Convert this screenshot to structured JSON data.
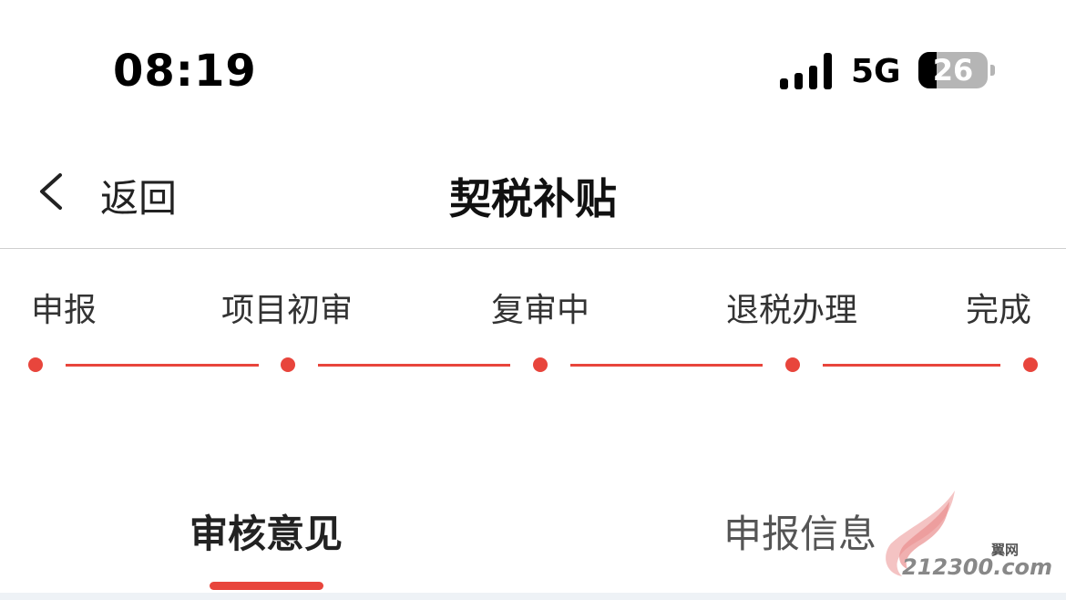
{
  "status_bar": {
    "time": "08:19",
    "network": "5G",
    "battery": "26",
    "battery_level": 0.26
  },
  "nav": {
    "back_label": "返回",
    "title": "契税补贴"
  },
  "steps": [
    {
      "label": "申报"
    },
    {
      "label": "项目初审"
    },
    {
      "label": "复审中"
    },
    {
      "label": "退税办理"
    },
    {
      "label": "完成"
    }
  ],
  "tabs": [
    {
      "label": "审核意见",
      "active": true
    },
    {
      "label": "申报信息",
      "active": false
    }
  ],
  "watermark": {
    "cn": "翼网",
    "url": "212300.com"
  },
  "colors": {
    "accent": "#e8453c",
    "divider": "#cfcfcf"
  }
}
